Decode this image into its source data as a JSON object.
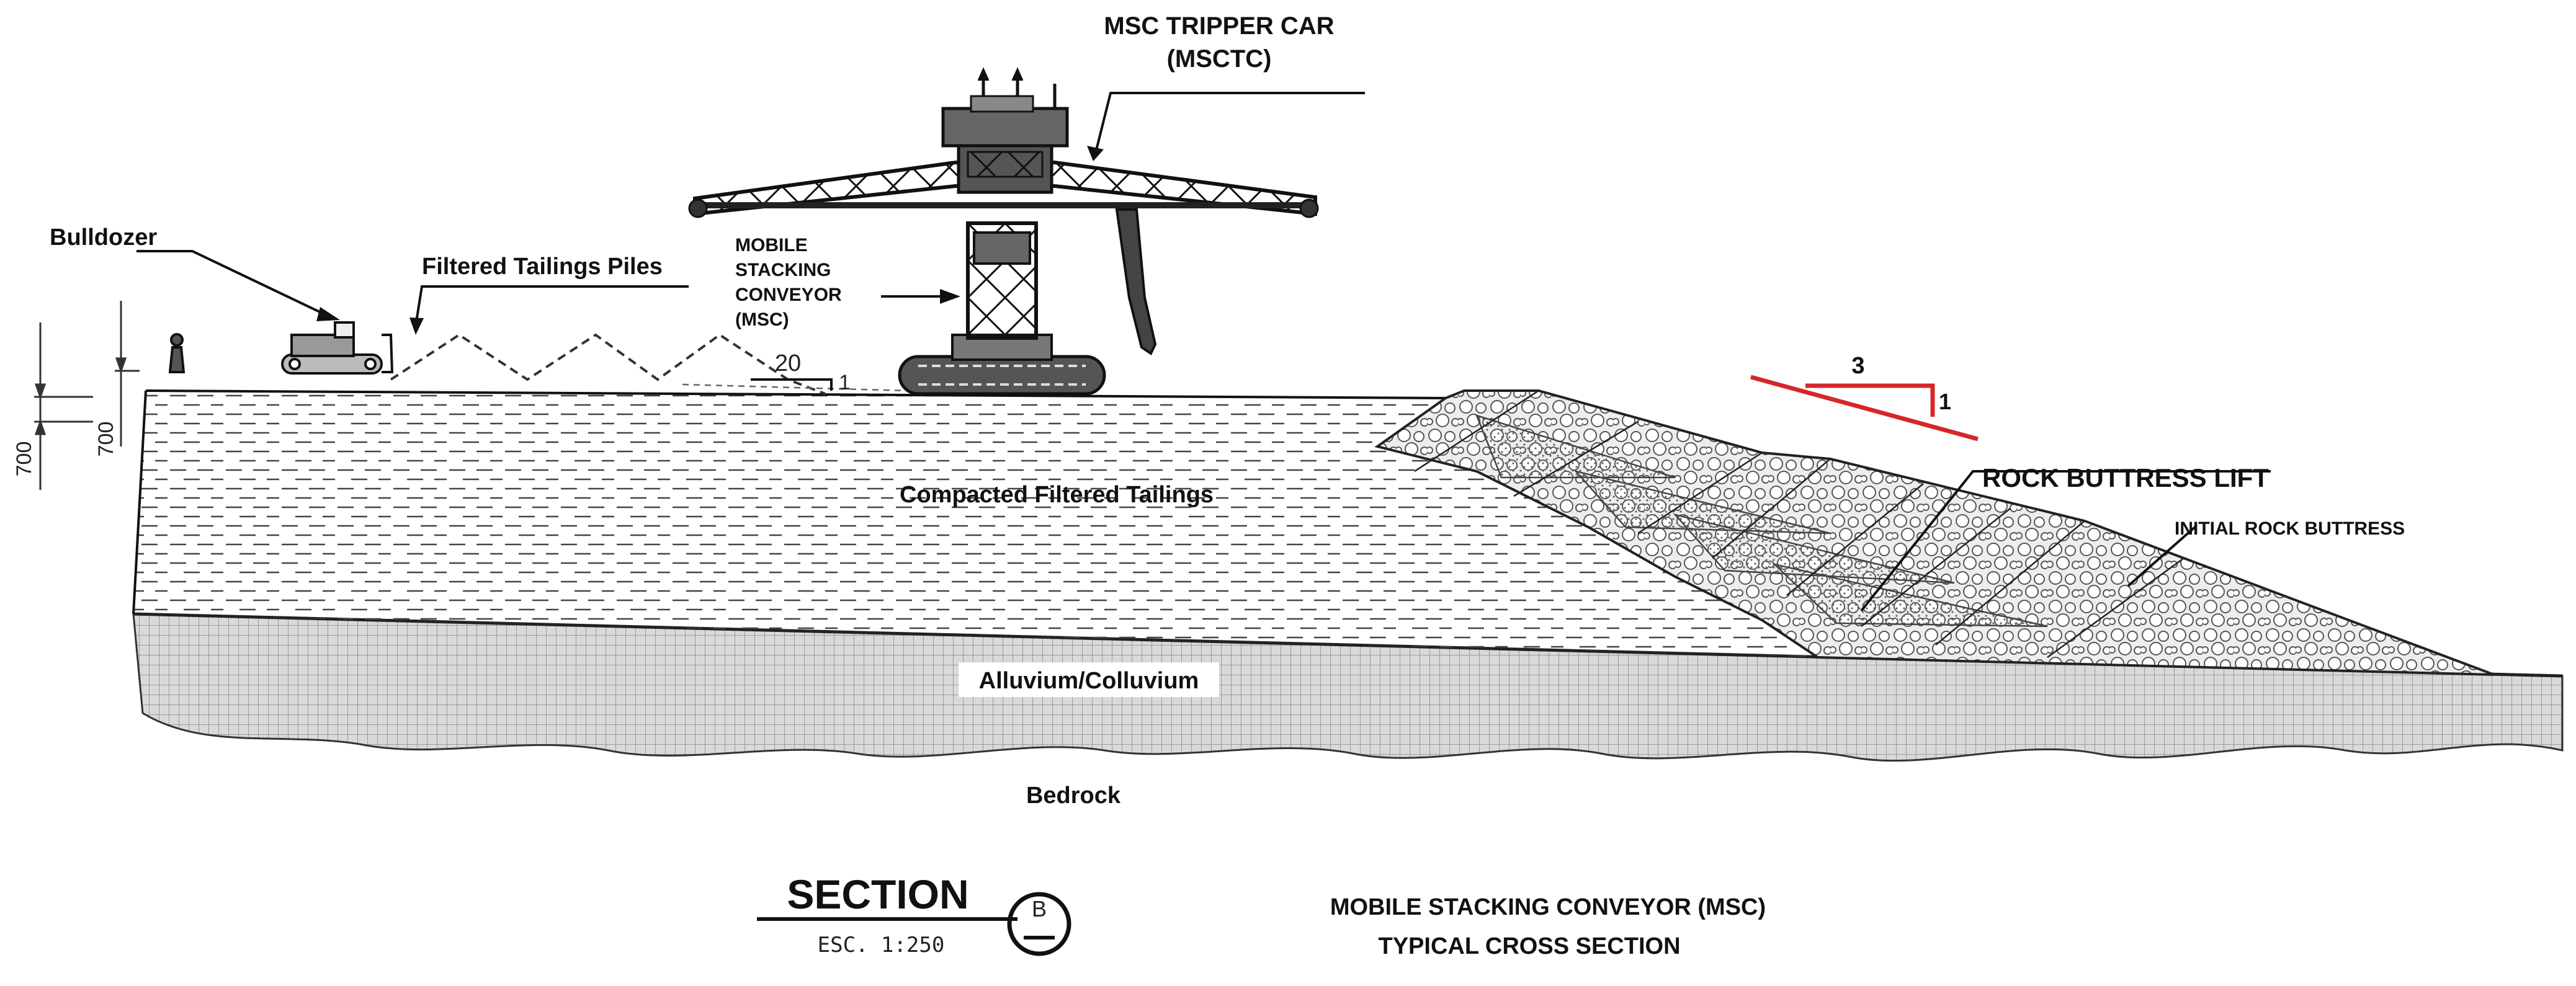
{
  "labels": {
    "tripper_car_line1": "MSC TRIPPER CAR",
    "tripper_car_line2": "(MSCTC)",
    "bulldozer": "Bulldozer",
    "filtered_piles": "Filtered Tailings Piles",
    "msc_line1": "MOBILE",
    "msc_line2": "STACKING",
    "msc_line3": "CONVEYOR",
    "msc_line4": "(MSC)",
    "compacted": "Compacted Filtered Tailings",
    "rock_buttress_lift": "ROCK BUTTRESS LIFT",
    "initial_rock_buttress": "INITIAL ROCK BUTTRESS",
    "alluvium": "Alluvium/Colluvium",
    "bedrock": "Bedrock"
  },
  "slope_small": {
    "run": "20",
    "rise": "1"
  },
  "slope_buttress": {
    "run": "3",
    "rise": "1",
    "color": "#d62728"
  },
  "dimensions": {
    "left": "700",
    "right": "700"
  },
  "section": {
    "title": "SECTION",
    "scale": "ESC. 1:250",
    "marker": "B"
  },
  "caption": {
    "line1": "MOBILE STACKING CONVEYOR (MSC)",
    "line2": "TYPICAL CROSS SECTION"
  }
}
